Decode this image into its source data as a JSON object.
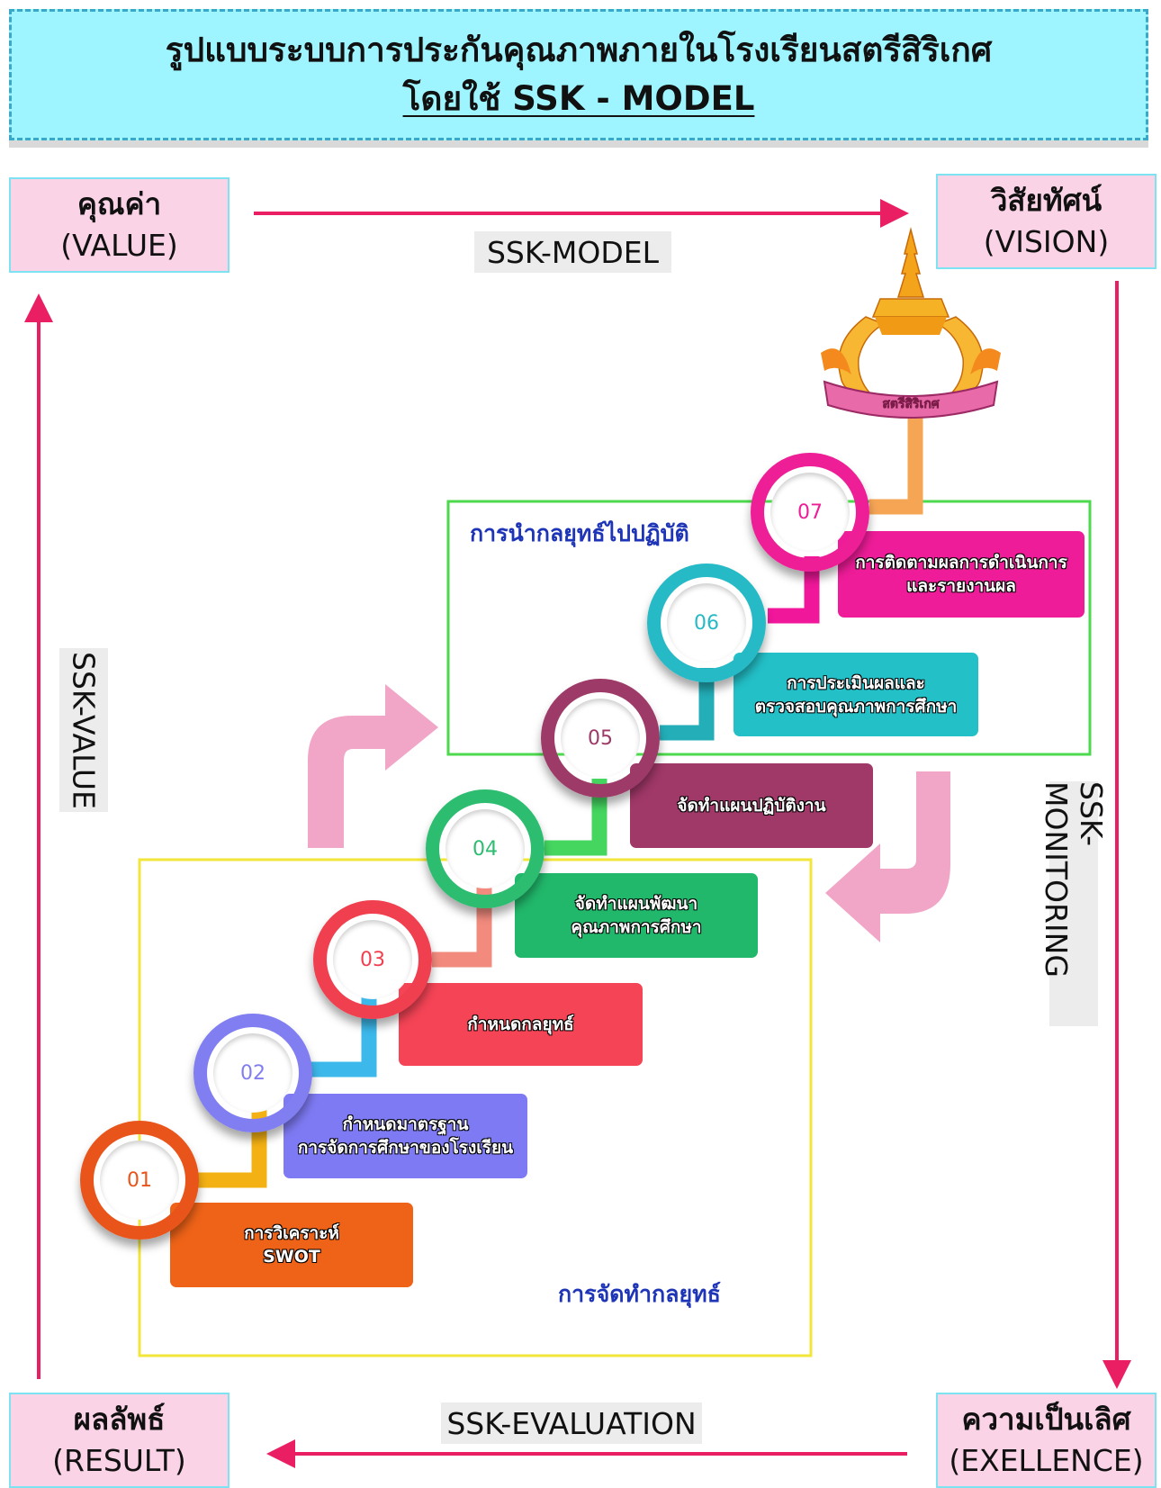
{
  "title": {
    "line1": "รูปแบบระบบการประกันคุณภาพภายในโรงเรียนสตรีสิริเกศ",
    "line2": "โดยใช้ SSK - MODEL"
  },
  "corners": {
    "value": {
      "th": "คุณค่า",
      "en": "(VALUE)"
    },
    "vision": {
      "th": "วิสัยทัศน์",
      "en": "(VISION)"
    },
    "result": {
      "th": "ผลลัพธ์",
      "en": "(RESULT)"
    },
    "excellence": {
      "th": "ความเป็นเลิศ",
      "en": "(EXELLENCE)"
    }
  },
  "edges": {
    "top": "SSK-MODEL",
    "left": "SSK-VALUE",
    "right": "SSK-MONITORING",
    "bottom": "SSK-EVALUATION"
  },
  "phases": {
    "implementation": "การนำกลยุทธ์ไปปฏิบัติ",
    "strategy": "การจัดทำกลยุทธ์"
  },
  "steps": [
    {
      "number": "01",
      "line1": "การวิเคราะห์",
      "line2": "SWOT",
      "color": "#ee6318",
      "ring": "#e8541a"
    },
    {
      "number": "02",
      "line1": "กำหนดมาตรฐาน",
      "line2": "การจัดการศึกษาของโรงเรียน",
      "color": "#7e7af3",
      "ring": "#807ef0"
    },
    {
      "number": "03",
      "line1": "กำหนดกลยุทธ์",
      "line2": "",
      "color": "#f44456",
      "ring": "#f0404f"
    },
    {
      "number": "04",
      "line1": "จัดทำแผนพัฒนา",
      "line2": "คุณภาพการศึกษา",
      "color": "#21b86b",
      "ring": "#2dbd70"
    },
    {
      "number": "05",
      "line1": "จัดทำแผนปฏิบัติงาน",
      "line2": "",
      "color": "#a03868",
      "ring": "#9d3a67"
    },
    {
      "number": "06",
      "line1": "การประเมินผลและ",
      "line2": "ตรวจสอบคุณภาพการศึกษา",
      "color": "#23c0c8",
      "ring": "#26bac6"
    },
    {
      "number": "07",
      "line1": "การติดตามผลการดำเนินการ",
      "line2": "และรายงานผล",
      "color": "#ee1c98",
      "ring": "#ee1e96"
    }
  ],
  "connector_colors": [
    "#f4b114",
    "#3cb8ea",
    "#f28b7e",
    "#45d660",
    "#23aeb8",
    "#f0179a",
    "#f6a555"
  ],
  "colors": {
    "banner_bg": "#9ff5ff",
    "corner_bg": "#fbd3e6",
    "cycle_arrow": "#e91e63",
    "implementation_frame": "#4dd94d",
    "strategy_frame": "#f2e63a",
    "big_arrow": "#f0a0c4"
  },
  "logo": {
    "name": "school-emblem-crown",
    "banner_text": "สตรีสิริเกศ"
  }
}
